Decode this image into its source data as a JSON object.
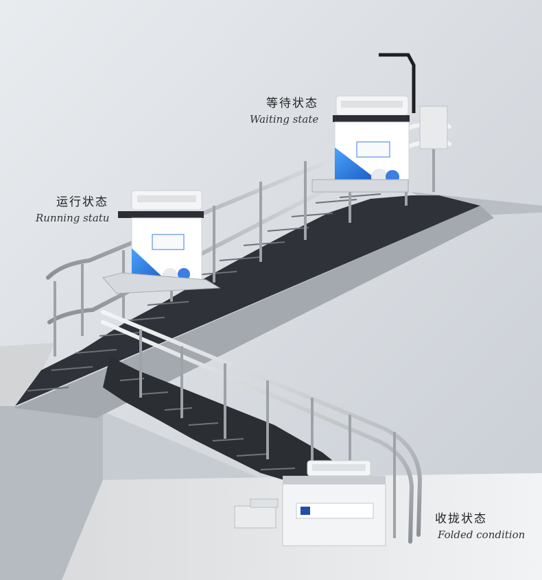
{
  "labels": {
    "waiting": {
      "cn": "等待状态",
      "en": "Waiting state"
    },
    "running": {
      "cn": "运行状态",
      "en": "Running statu"
    },
    "folded": {
      "cn": "收拢状态",
      "en": "Folded condition"
    }
  },
  "colors": {
    "wall": "#dfe3e8",
    "stairs": "#2f3238",
    "stair_top": "#9aa0a8",
    "rail": "#c9cdd2",
    "accent_blue": "#1f6fd1",
    "lift_body": "#ffffff"
  }
}
